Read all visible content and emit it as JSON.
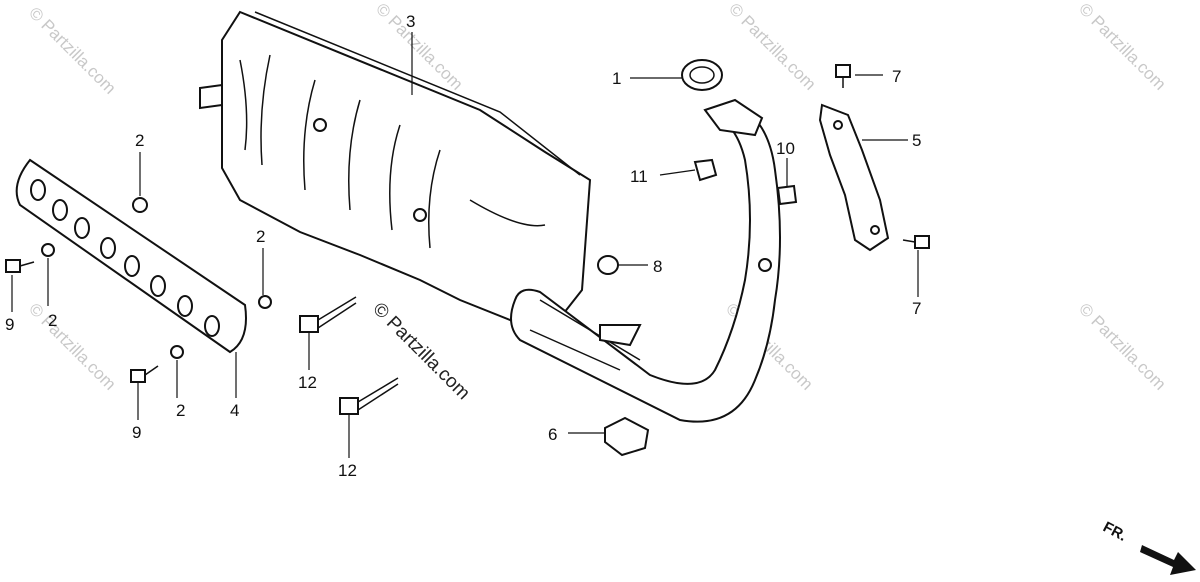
{
  "watermark": "© Partzilla.com",
  "direction_label": "FR.",
  "callouts": [
    {
      "id": "1",
      "label": "1"
    },
    {
      "id": "2a",
      "label": "2"
    },
    {
      "id": "2b",
      "label": "2"
    },
    {
      "id": "2c",
      "label": "2"
    },
    {
      "id": "2d",
      "label": "2"
    },
    {
      "id": "3",
      "label": "3"
    },
    {
      "id": "4",
      "label": "4"
    },
    {
      "id": "5",
      "label": "5"
    },
    {
      "id": "6",
      "label": "6"
    },
    {
      "id": "7a",
      "label": "7"
    },
    {
      "id": "7b",
      "label": "7"
    },
    {
      "id": "8",
      "label": "8"
    },
    {
      "id": "9a",
      "label": "9"
    },
    {
      "id": "9b",
      "label": "9"
    },
    {
      "id": "10",
      "label": "10"
    },
    {
      "id": "11",
      "label": "11"
    },
    {
      "id": "12a",
      "label": "12"
    },
    {
      "id": "12b",
      "label": "12"
    }
  ]
}
